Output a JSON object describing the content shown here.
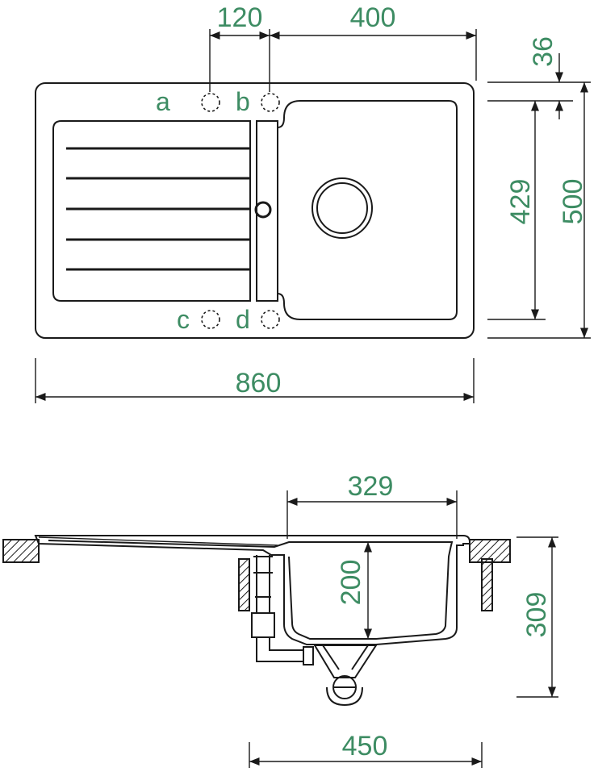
{
  "top_view": {
    "dimensions": {
      "tap_offset": "120",
      "bowl_width": "400",
      "rim_top": "36",
      "bowl_depth_plan": "429",
      "overall_depth": "500",
      "overall_width": "860"
    },
    "tap_holes": [
      "a",
      "b",
      "c",
      "d"
    ]
  },
  "side_view": {
    "dimensions": {
      "bowl_inner_width": "329",
      "bowl_inner_depth": "200",
      "total_height": "309",
      "cabinet_width": "450"
    }
  },
  "colors": {
    "dimension_text": "#3d8c63",
    "line": "#1a1a1a"
  }
}
